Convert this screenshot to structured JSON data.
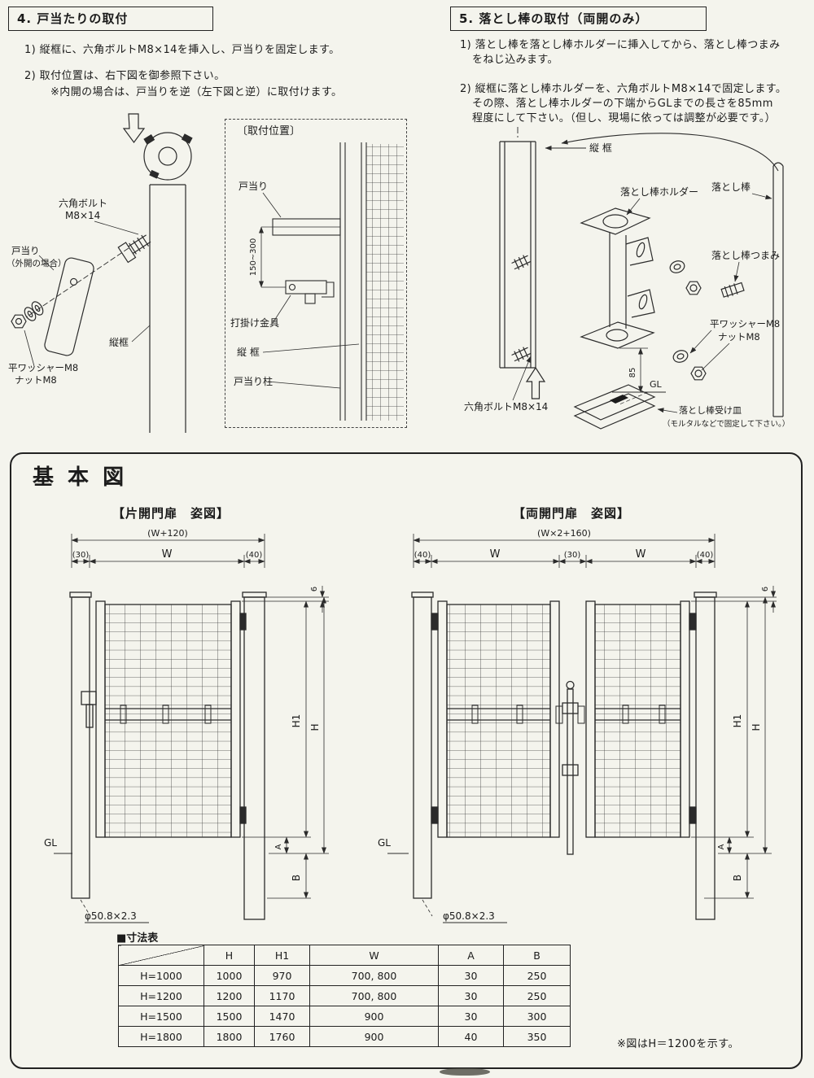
{
  "page": {
    "bg": "#f4f4ed"
  },
  "sec4": {
    "title": "4. 戸当たりの取付",
    "step1": "1) 縦框に、六角ボルトM8×14を挿入し、戸当りを固定します。",
    "step2": "2) 取付位置は、右下図を御参照下さい。",
    "note": "※内開の場合は、戸当りを逆（左下図と逆）に取付けます。",
    "labels": {
      "bolt1": "六角ボルト",
      "bolt2": "M8×14",
      "stop1": "戸当り",
      "stop2": "（外開の場合）",
      "frame": "縦框",
      "washer1": "平ワッシャーM8",
      "washer2": "ナットM8"
    },
    "inset": {
      "title": "〔取付位置〕",
      "stop": "戸当り",
      "dim": "150~300",
      "latch": "打掛け金具",
      "frame": "縦 框",
      "post": "戸当り柱"
    }
  },
  "sec5": {
    "title": "5. 落とし棒の取付（両開のみ）",
    "step1a": "1) 落とし棒を落とし棒ホルダーに挿入してから、落とし棒つまみ",
    "step1b": "をねじ込みます。",
    "step2a": "2) 縦框に落とし棒ホルダーを、六角ボルトM8×14で固定します。",
    "step2b": "その際、落とし棒ホルダーの下端からGLまでの長さを85mm",
    "step2c": "程度にして下さい。（但し、現場に依っては調整が必要です。）",
    "labels": {
      "frame": "縦 框",
      "holder": "落とし棒ホルダー",
      "rod": "落とし棒",
      "knob": "落とし棒つまみ",
      "washer1": "平ワッシャーM8",
      "washer2": "ナットM8",
      "bolt": "六角ボルトM8×14",
      "dim85": "85",
      "gl": "GL",
      "tray": "落とし棒受け皿",
      "trayNote": "（モルタルなどで固定して下さい。）"
    }
  },
  "basic": {
    "title": "基 本 図",
    "single": {
      "caption": "【片開門扉　姿図】",
      "dimTop": "(W+120)",
      "dimLeft": "(30)",
      "dimW": "W",
      "dimRight": "(40)",
      "dim6": "6",
      "dimH1": "H1",
      "dimH": "H",
      "dimA": "A",
      "dimB": "B",
      "gl": "GL",
      "pipe": "φ50.8×2.3"
    },
    "double": {
      "caption": "【両開門扉　姿図】",
      "dimTop": "(W×2+160)",
      "dimLeft": "(40)",
      "dimW1": "W",
      "dimCenter": "(30)",
      "dimW2": "W",
      "dimRight": "(40)",
      "dim6": "6",
      "dimH1": "H1",
      "dimH": "H",
      "dimA": "A",
      "dimB": "B",
      "gl": "GL",
      "pipe": "φ50.8×2.3"
    },
    "tableTitle": "■寸法表",
    "table": {
      "headers": [
        "",
        "H",
        "H1",
        "W",
        "A",
        "B"
      ],
      "rows": [
        [
          "H=1000",
          "1000",
          "970",
          "700, 800",
          "30",
          "250"
        ],
        [
          "H=1200",
          "1200",
          "1170",
          "700, 800",
          "30",
          "250"
        ],
        [
          "H=1500",
          "1500",
          "1470",
          "900",
          "30",
          "300"
        ],
        [
          "H=1800",
          "1800",
          "1760",
          "900",
          "40",
          "350"
        ]
      ]
    },
    "note": "※図はH＝1200を示す。"
  }
}
